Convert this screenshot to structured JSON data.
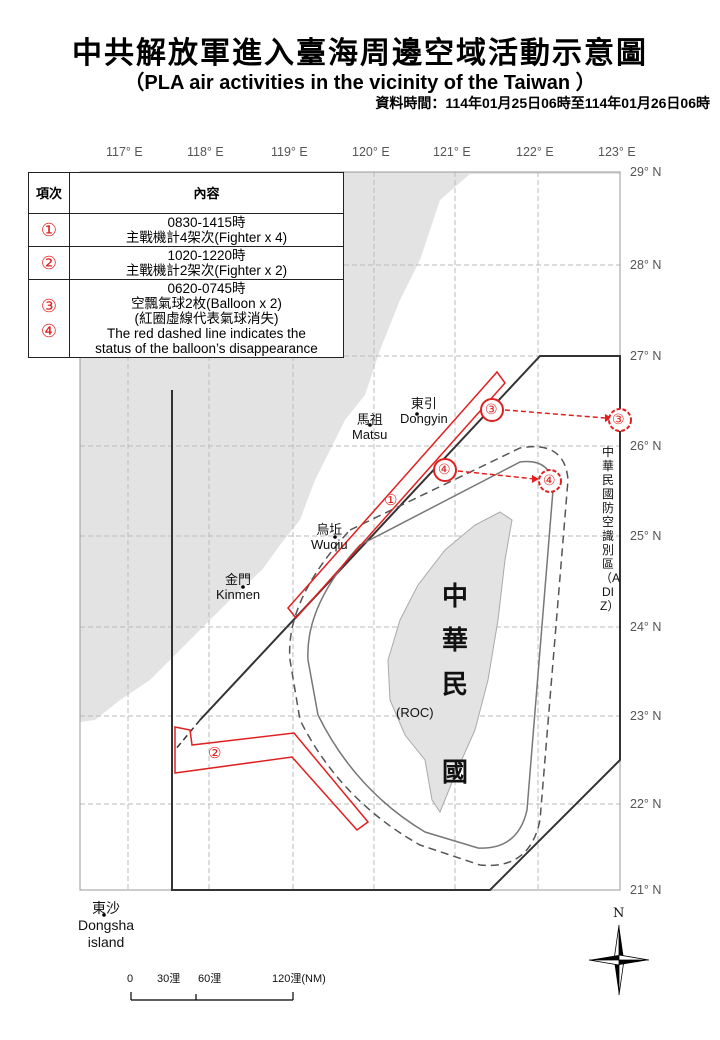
{
  "title": "中共解放軍進入臺海周邊空域活動示意圖",
  "subtitle": "（PLA air activities in the vicinity of the Taiwan ）",
  "data_time": "資料時間：114年01月25日06時至114年01月26日06時",
  "longitudes": [
    "117° E",
    "118° E",
    "119° E",
    "120° E",
    "121° E",
    "122° E",
    "123° E"
  ],
  "latitudes": [
    "29° N",
    "28° N",
    "27° N",
    "26° N",
    "25° N",
    "24° N",
    "23° N",
    "22° N",
    "21° N"
  ],
  "table": {
    "headers": [
      "項次",
      "內容"
    ],
    "rows": [
      {
        "num": "①",
        "lines": [
          "0830-1415時",
          "主戰機計4架次(Fighter  x 4)"
        ]
      },
      {
        "num": "②",
        "lines": [
          "1020-1220時",
          "主戰機計2架次(Fighter  x 2)"
        ]
      },
      {
        "num": "③",
        "num2": "④",
        "lines": [
          "0620-0745時",
          "空飄氣球2枚(Balloon x 2)",
          "(紅圈虛線代表氣球消失)",
          "The red dashed line indicates the",
          "status of the balloon’s disappearance"
        ]
      }
    ]
  },
  "places": {
    "dongyin": [
      "東引",
      "Dongyin"
    ],
    "matsu": [
      "馬祖",
      "Matsu"
    ],
    "wuqiu": [
      "烏坵",
      "Wuqiu"
    ],
    "kinmen": [
      "金門",
      "Kinmen"
    ],
    "dongsha": [
      "東沙",
      "Dongsha",
      "island"
    ],
    "roc": [
      "中",
      "華",
      "民",
      "國",
      "(ROC)"
    ],
    "adiz": "中華民國防空識別區（ADIZ）"
  },
  "markers": {
    "m1": "①",
    "m2": "②",
    "m3": "③",
    "m4": "④"
  },
  "scale": {
    "labels": [
      "0",
      "30浬",
      "60浬",
      "120浬(NM)"
    ]
  },
  "compass": "N",
  "colors": {
    "route": "#e02020",
    "land": "#e3e3e3"
  }
}
